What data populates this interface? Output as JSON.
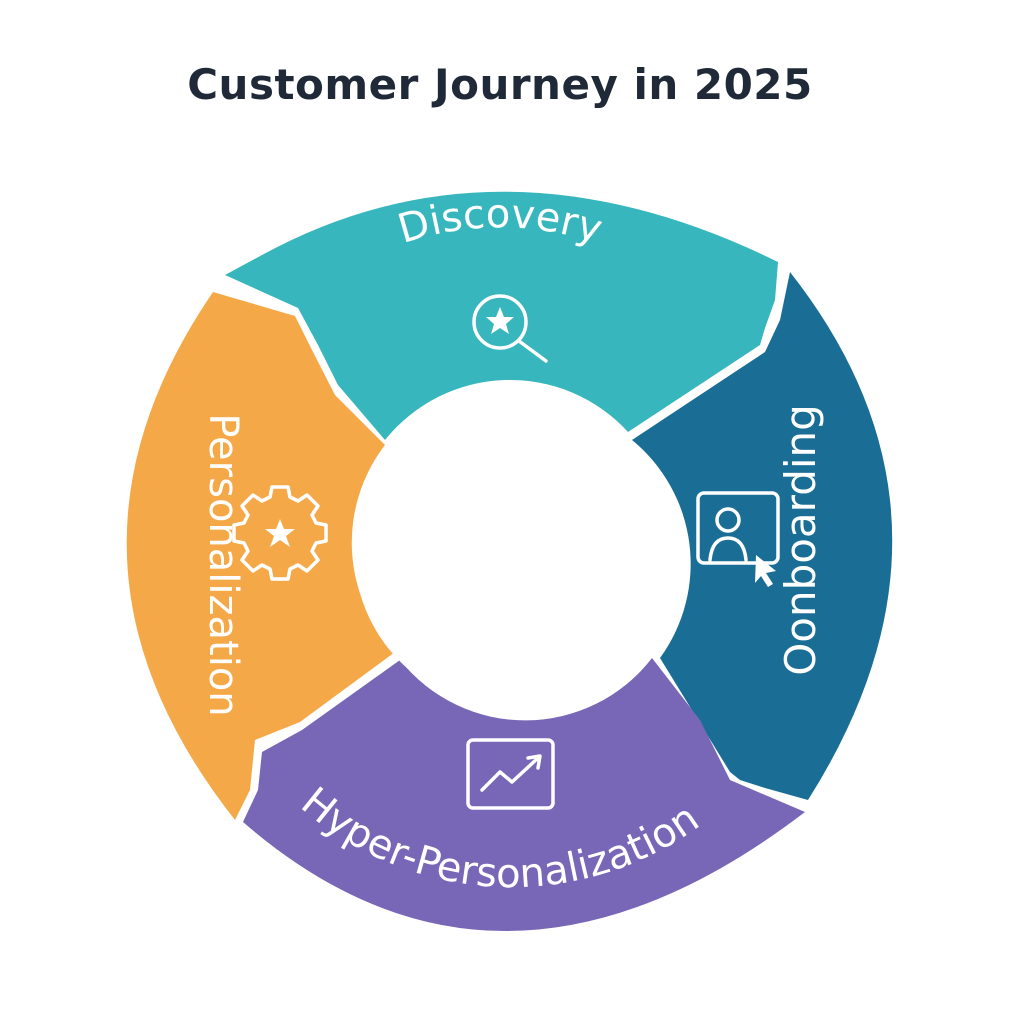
{
  "title": "Customer Journey in 2025",
  "segments": [
    {
      "id": "discovery",
      "label": "Discovery",
      "color": "#37b6bd",
      "icon": "search-star-icon"
    },
    {
      "id": "onboarding",
      "label": "Oonboarding",
      "color": "#1a6e96",
      "icon": "user-screen-cursor-icon"
    },
    {
      "id": "hyper",
      "label": "Hyper-Personalization",
      "color": "#7866b7",
      "icon": "trending-chart-icon"
    },
    {
      "id": "personalization",
      "label": "Personalization",
      "color": "#f5a847",
      "icon": "gear-star-icon"
    }
  ]
}
